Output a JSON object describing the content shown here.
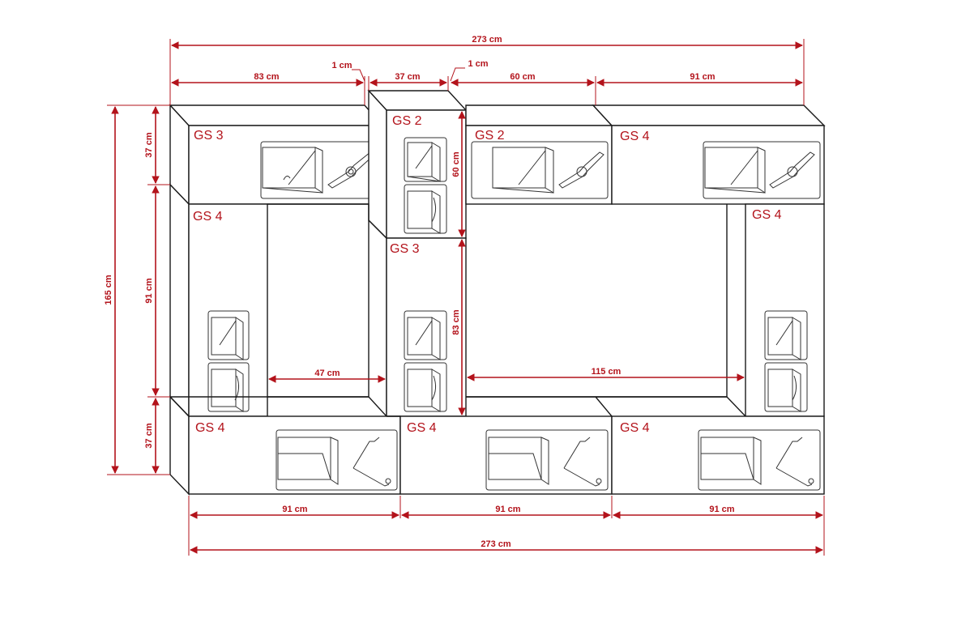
{
  "dimensions": {
    "top_total": "273 cm",
    "top_seg1": "83 cm",
    "top_gap1": "1 cm",
    "top_seg2": "37 cm",
    "top_gap2": "1 cm",
    "top_seg3": "60 cm",
    "top_seg4": "91 cm",
    "left_total": "165 cm",
    "left_top": "37 cm",
    "left_mid": "91 cm",
    "left_bottom": "37 cm",
    "center_upper": "60 cm",
    "center_lower": "83 cm",
    "inner_left": "47 cm",
    "inner_right": "115 cm",
    "bottom_seg1": "91 cm",
    "bottom_seg2": "91 cm",
    "bottom_seg3": "91 cm",
    "bottom_total": "273 cm"
  },
  "modules": {
    "top_left": "GS 3",
    "top_center": "GS 2",
    "top_mid": "GS 2",
    "top_right": "GS 4",
    "left_tall": "GS 4",
    "center_tall": "GS 3",
    "right_tall": "GS 4",
    "bottom_left": "GS 4",
    "bottom_mid": "GS 4",
    "bottom_right": "GS 4"
  },
  "colors": {
    "dimension": "#b3131b",
    "outline": "#1a1a1a"
  }
}
